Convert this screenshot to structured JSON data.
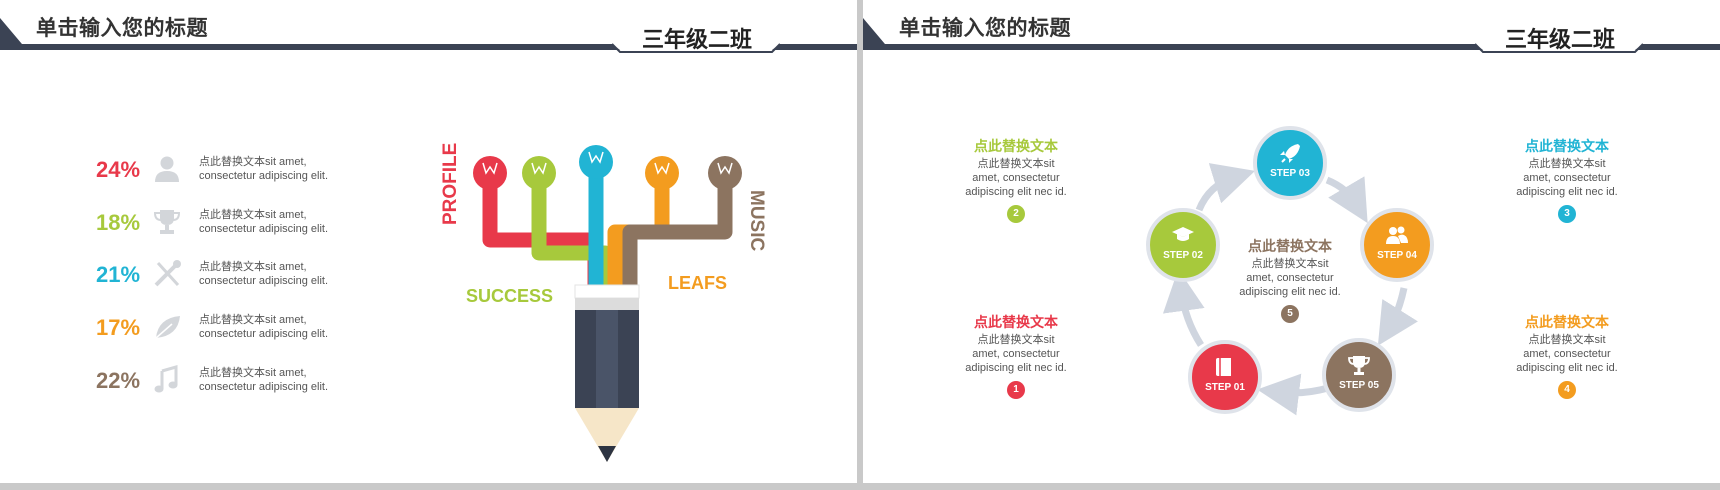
{
  "slides": [
    {
      "title": "单击输入您的标题",
      "class_name": "三年级二班",
      "rows": [
        {
          "percent": "24%",
          "color": "#e8394a",
          "icon": "user-icon",
          "text1": "点此替换文本sit amet,",
          "text2": "consectetur  adipiscing elit."
        },
        {
          "percent": "18%",
          "color": "#a7c93c",
          "icon": "trophy-icon",
          "text1": "点此替换文本sit amet,",
          "text2": "consectetur  adipiscing elit."
        },
        {
          "percent": "21%",
          "color": "#21b4d4",
          "icon": "tools-icon",
          "text1": "点此替换文本sit amet,",
          "text2": "consectetur  adipiscing elit."
        },
        {
          "percent": "17%",
          "color": "#f39c1f",
          "icon": "leaf-icon",
          "text1": "点此替换文本sit amet,",
          "text2": "consectetur  adipiscing elit."
        },
        {
          "percent": "22%",
          "color": "#8c7460",
          "icon": "music-note-icon",
          "text1": "点此替换文本sit amet,",
          "text2": "consectetur  adipiscing elit."
        }
      ],
      "pencil_labels": {
        "profile": "PROFILE",
        "success": "SUCCESS",
        "leafs": "LEAFS",
        "music": "MUSIC"
      }
    },
    {
      "title": "单击输入您的标题",
      "class_name": "三年级二班",
      "boxes": [
        {
          "title": "点此替换文本",
          "line1": "点此替换文本sit",
          "line2": "amet, consectetur",
          "line3": "adipiscing elit nec id.",
          "badge": "2",
          "color": "#a7c93c"
        },
        {
          "title": "点此替换文本",
          "line1": "点此替换文本sit",
          "line2": "amet, consectetur",
          "line3": "adipiscing elit nec id.",
          "badge": "3",
          "color": "#21b4d4"
        },
        {
          "title": "点此替换文本",
          "line1": "点此替换文本sit",
          "line2": "amet, consectetur",
          "line3": "adipiscing elit nec id.",
          "badge": "1",
          "color": "#e8394a"
        },
        {
          "title": "点此替换文本",
          "line1": "点此替换文本sit",
          "line2": "amet, consectetur",
          "line3": "adipiscing elit nec id.",
          "badge": "4",
          "color": "#f39c1f"
        }
      ],
      "center": {
        "title": "点此替换文本",
        "line1": "点此替换文本sit",
        "line2": "amet, consectetur",
        "line3": "adipiscing elit nec id.",
        "badge": "5",
        "color": "#8c7460"
      },
      "steps": [
        {
          "label": "STEP 01",
          "color": "#e8394a",
          "icon": "book-icon"
        },
        {
          "label": "STEP 02",
          "color": "#a7c93c",
          "icon": "graduation-cap-icon"
        },
        {
          "label": "STEP 03",
          "color": "#21b4d4",
          "icon": "rocket-icon"
        },
        {
          "label": "STEP 04",
          "color": "#f39c1f",
          "icon": "users-icon"
        },
        {
          "label": "STEP 05",
          "color": "#8c7460",
          "icon": "trophy-icon"
        }
      ]
    }
  ]
}
